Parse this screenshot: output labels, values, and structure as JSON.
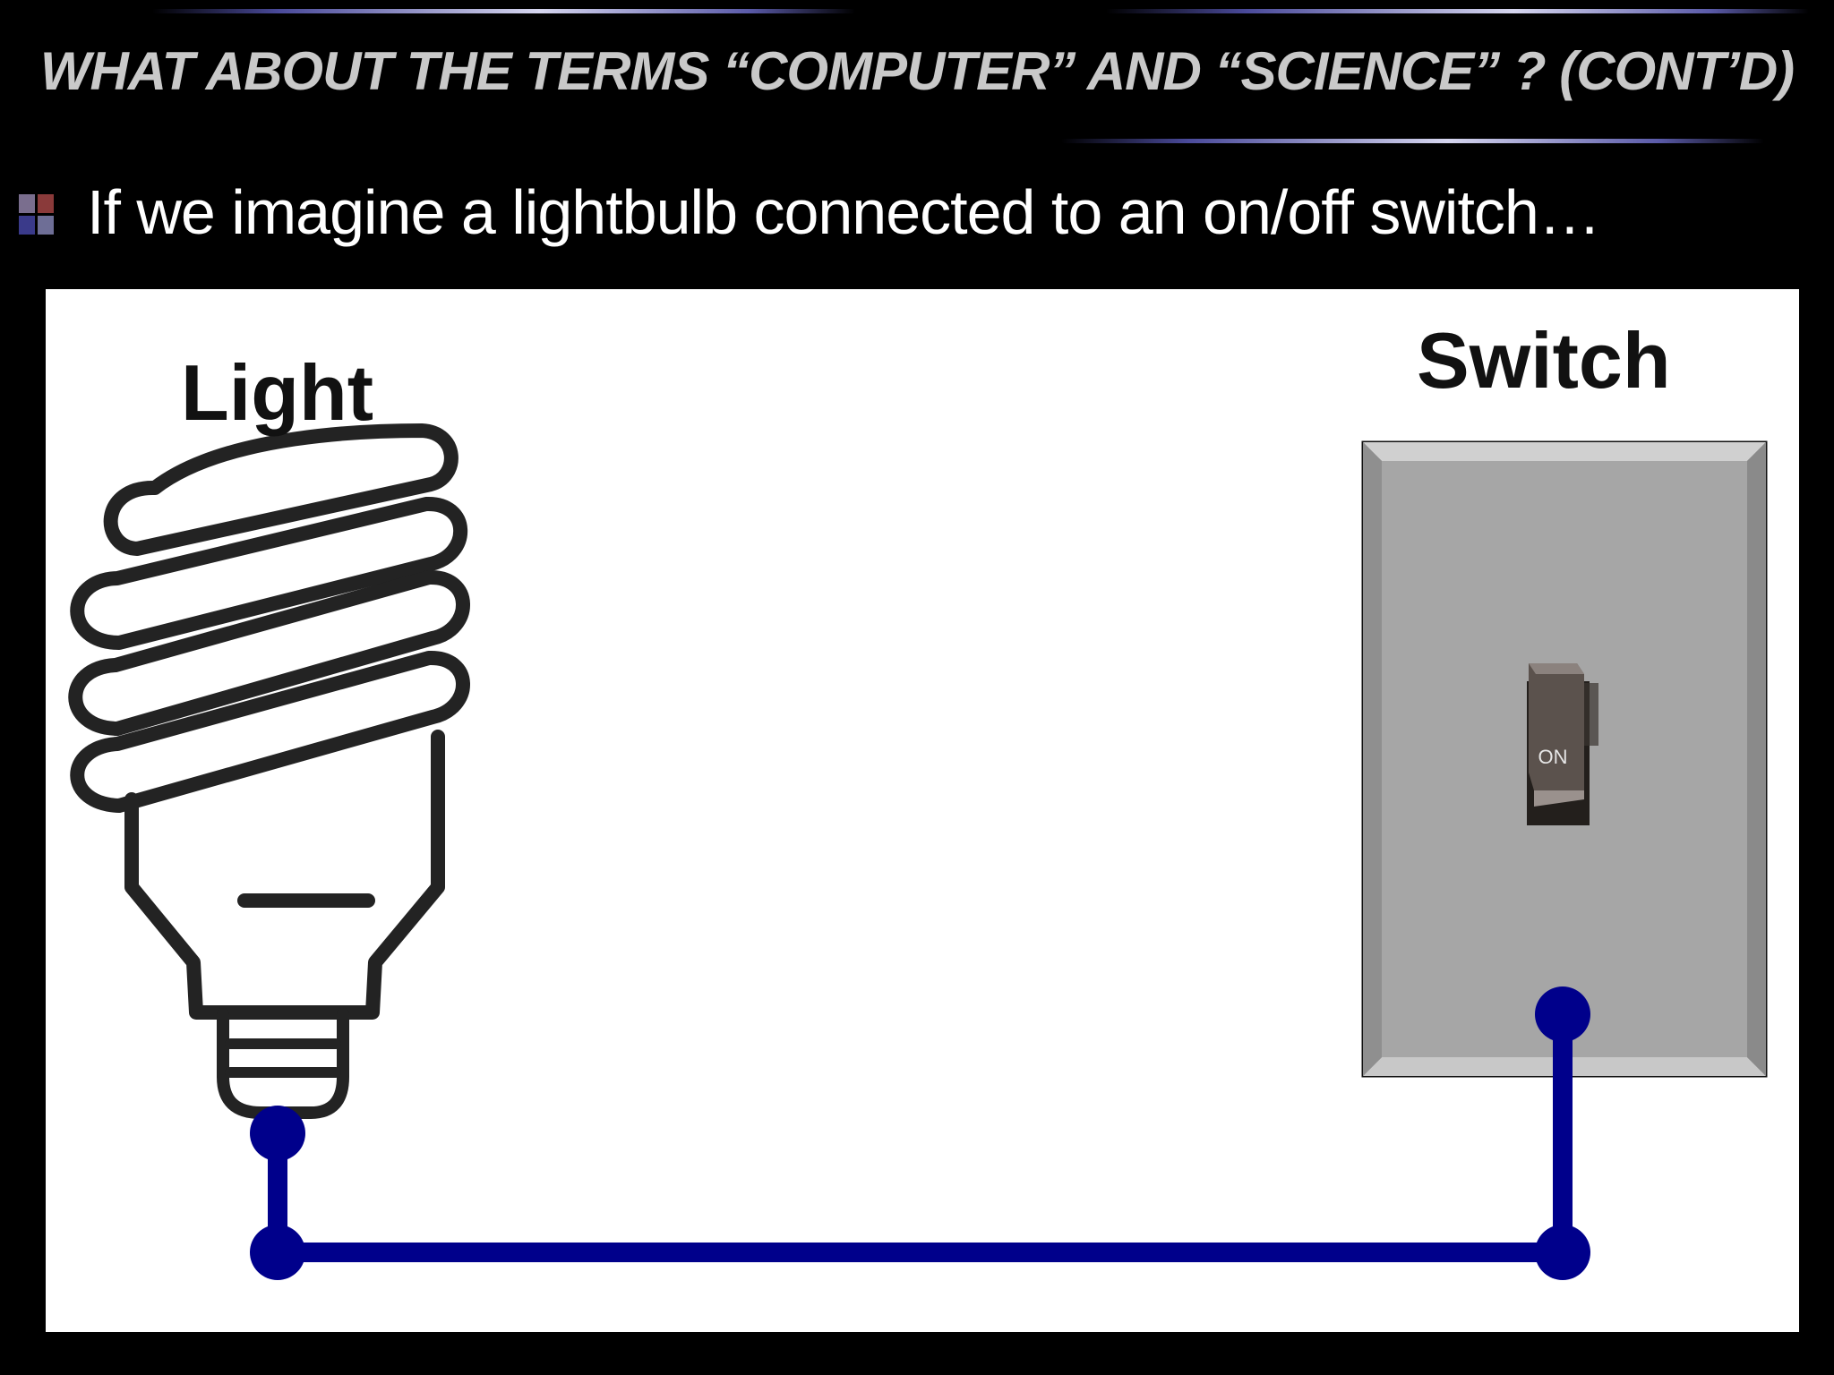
{
  "slide": {
    "title": "WHAT ABOUT THE TERMS “COMPUTER” AND “SCIENCE” ? (CONT’D)",
    "bullet": {
      "icon": "square-grid-bullet-icon",
      "text": "If we imagine a lightbulb connected to an on/off switch…"
    }
  },
  "diagram": {
    "light_label": "Light",
    "switch_label": "Switch",
    "toggle_label": "ON",
    "wire_color": "#00008b",
    "switch_plate_color": "#a6a6a6"
  },
  "colors": {
    "background": "#000000",
    "title_text": "#c9c9c9",
    "body_text": "#ffffff",
    "accent_rule": "#d6d6ef"
  }
}
